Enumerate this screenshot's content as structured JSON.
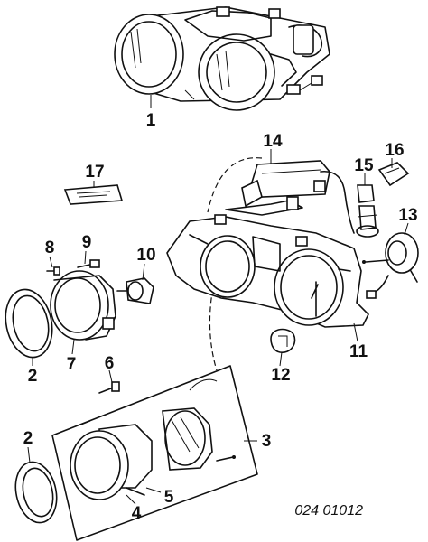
{
  "diagram": {
    "callouts": [
      "1",
      "14",
      "16",
      "15",
      "17",
      "13",
      "8",
      "9",
      "10",
      "11",
      "2",
      "7",
      "6",
      "12",
      "3",
      "2",
      "5",
      "4"
    ],
    "code": "024 01012"
  }
}
